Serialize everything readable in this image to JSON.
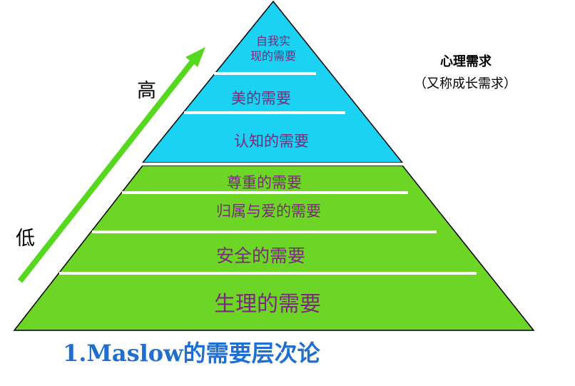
{
  "side_labels": {
    "high": "高",
    "low": "低"
  },
  "psych": {
    "title": "心理需求",
    "subtitle": "（又称成长需求）"
  },
  "levels": [
    {
      "line1": "自我实",
      "line2": "现的需要"
    },
    {
      "label": "美的需要"
    },
    {
      "label": "认知的需要"
    },
    {
      "label": "尊重的需要"
    },
    {
      "label": "归属与爱的需要"
    },
    {
      "label": "安全的需要"
    },
    {
      "label": "生理的需要"
    }
  ],
  "caption": "1.Maslow的需要层次论",
  "colors": {
    "upper": "#1bd2f2",
    "lower": "#6cd526",
    "text": "#7a2a7a",
    "caption": "#1f6fd1",
    "arrow": "#55d81e"
  }
}
